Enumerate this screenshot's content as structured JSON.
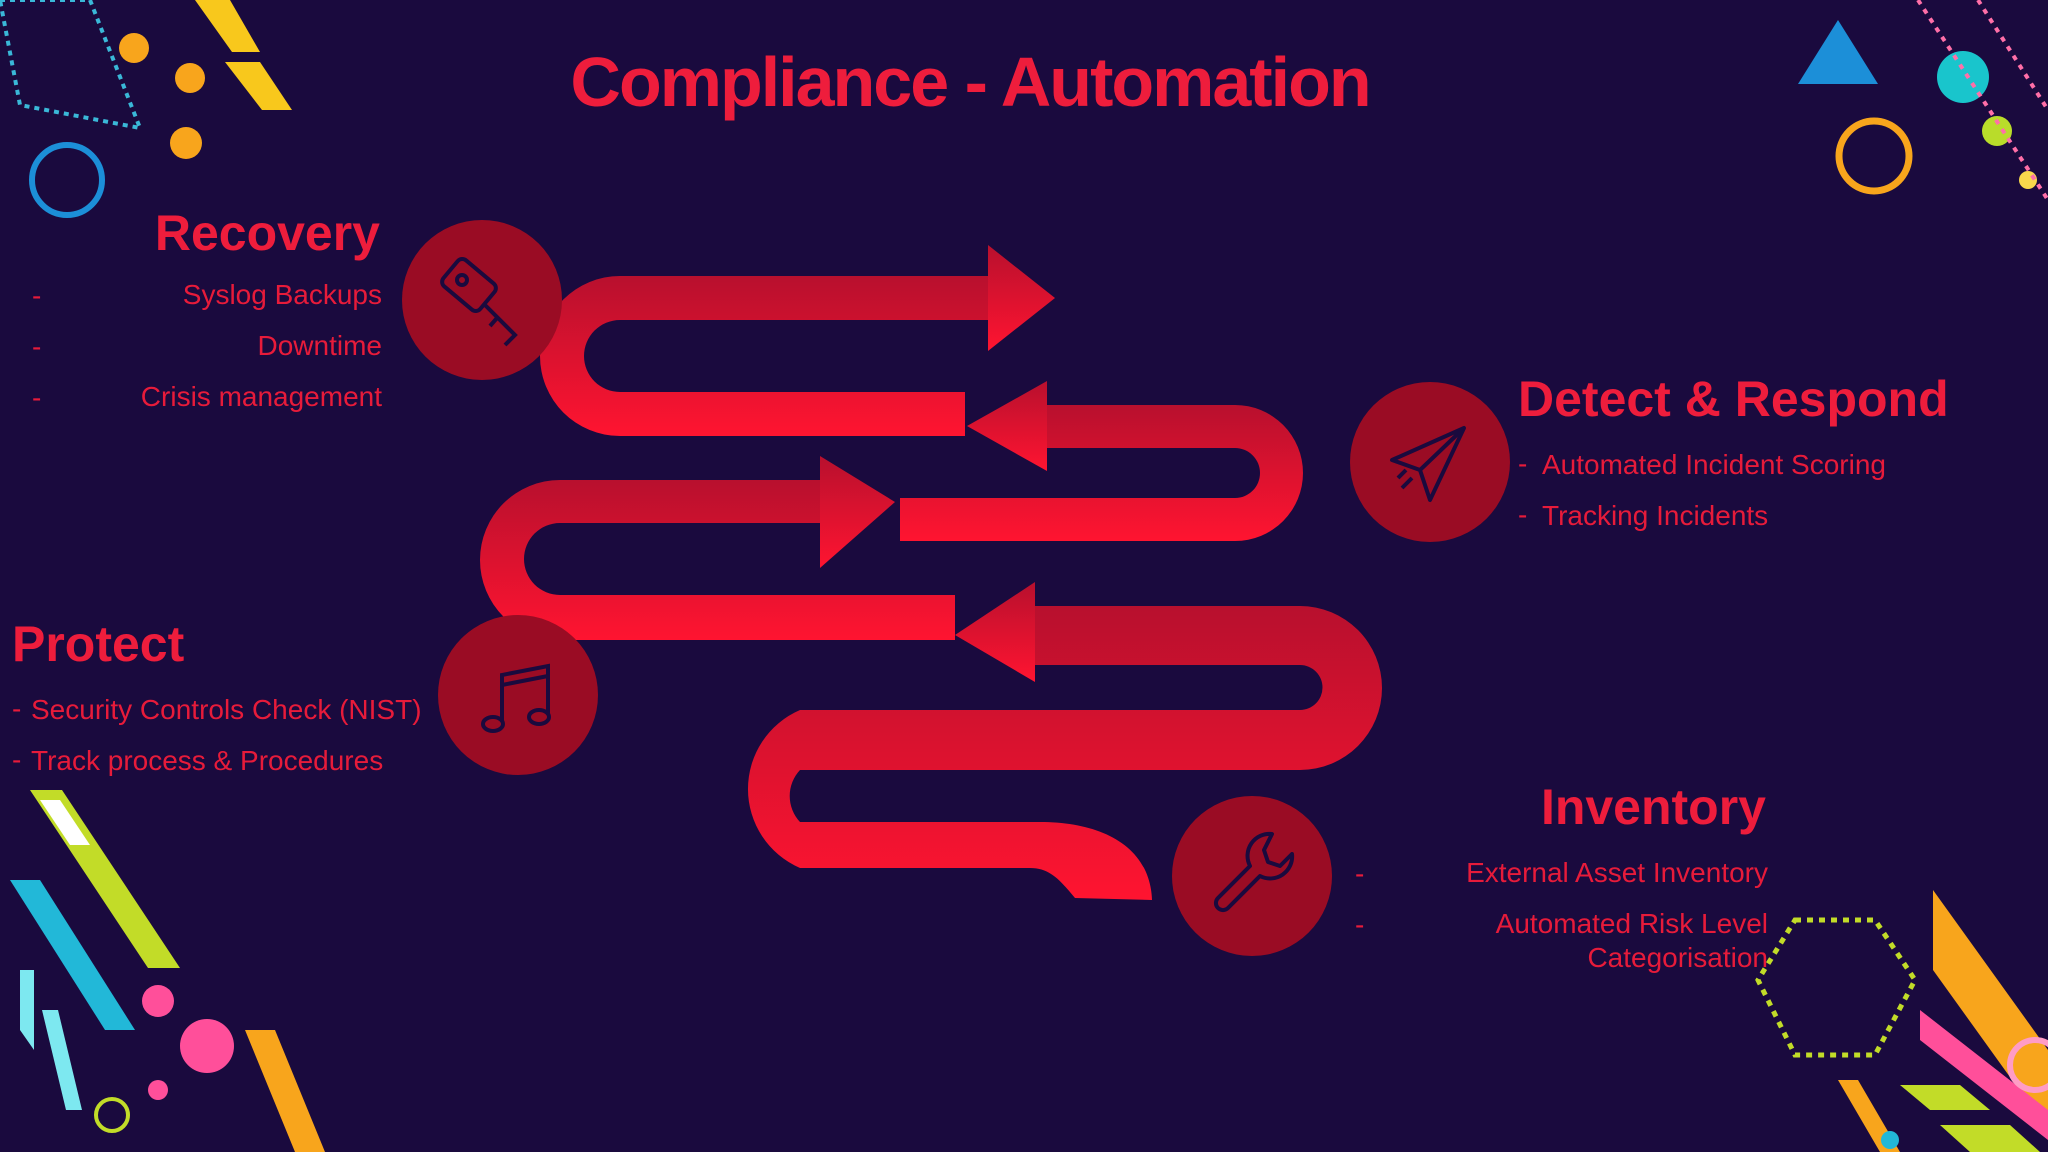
{
  "title": "Compliance  - Automation",
  "sections": {
    "recovery": {
      "heading": "Recovery",
      "items": [
        "Syslog Backups",
        "Downtime",
        "Crisis management"
      ]
    },
    "detect": {
      "heading": "Detect & Respond",
      "items": [
        "Automated Incident Scoring",
        "Tracking Incidents"
      ]
    },
    "protect": {
      "heading": "Protect",
      "items": [
        "Security Controls Check (NIST)",
        "Track process & Procedures"
      ]
    },
    "inventory": {
      "heading": "Inventory",
      "items": [
        "External Asset Inventory",
        "Automated Risk Level",
        "Categorisation"
      ]
    }
  },
  "bullet": "-",
  "icons": [
    "key-icon",
    "paper-plane-icon",
    "music-note-icon",
    "wrench-icon"
  ],
  "colors": {
    "background": "#1a0a3e",
    "accent": "#ee1d3c",
    "icon_circle": "#9a0c24"
  }
}
